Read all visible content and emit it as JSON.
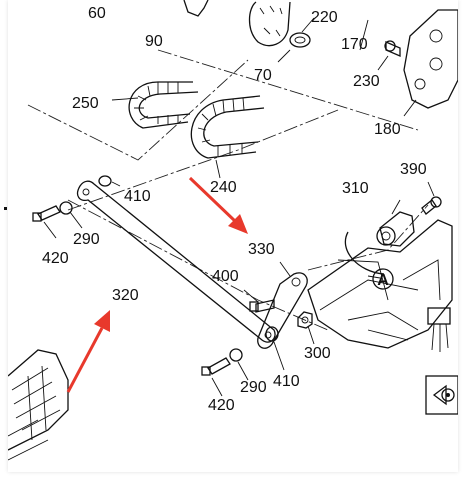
{
  "labels": {
    "p60": "60",
    "p90": "90",
    "p220": "220",
    "p170": "170",
    "p70": "70",
    "p230": "230",
    "p250": "250",
    "p180": "180",
    "p240": "240",
    "p410_top": "410",
    "p310": "310",
    "p390": "390",
    "p290_left": "290",
    "p420_left": "420",
    "p330": "330",
    "p400": "400",
    "pA": "A",
    "p320": "320",
    "p300": "300",
    "p410_bottom": "410",
    "p290_bottom": "290",
    "p420_bottom": "420"
  },
  "colors": {
    "arrow": "#e8392c",
    "line": "#111111"
  }
}
